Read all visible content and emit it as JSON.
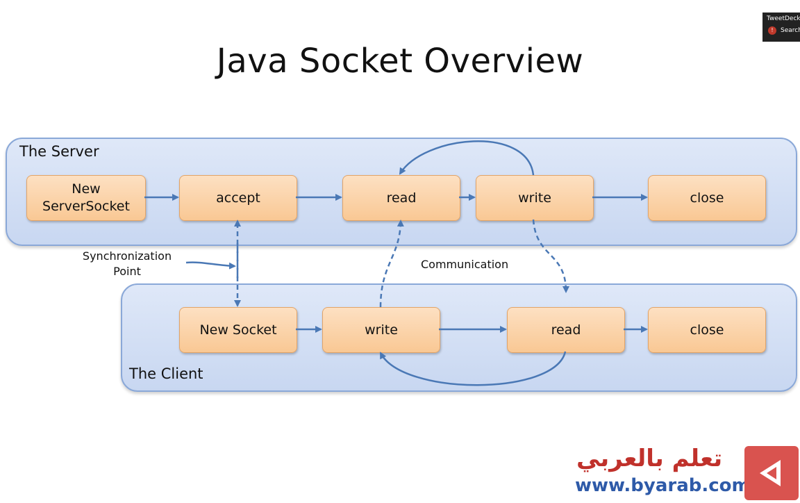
{
  "title": "Java Socket Overview",
  "server": {
    "label": "The Server",
    "nodes": {
      "new_server_socket": "New\nServerSocket",
      "accept": "accept",
      "read": "read",
      "write": "write",
      "close": "close"
    }
  },
  "client": {
    "label": "The Client",
    "nodes": {
      "new_socket": "New Socket",
      "write": "write",
      "read": "read",
      "close": "close"
    }
  },
  "annotations": {
    "synchronization": "Synchronization\nPoint",
    "communication": "Communication"
  },
  "overlay": {
    "app_name": "TweetDeck",
    "search": "Search",
    "badge": "!",
    "watermark_arabic": "تعلم بالعربي",
    "watermark_url": "www.byarab.com"
  },
  "colors": {
    "group_fill": "#cfdcf3",
    "node_fill": "#fbd3aa",
    "arrow": "#4a78b5"
  }
}
